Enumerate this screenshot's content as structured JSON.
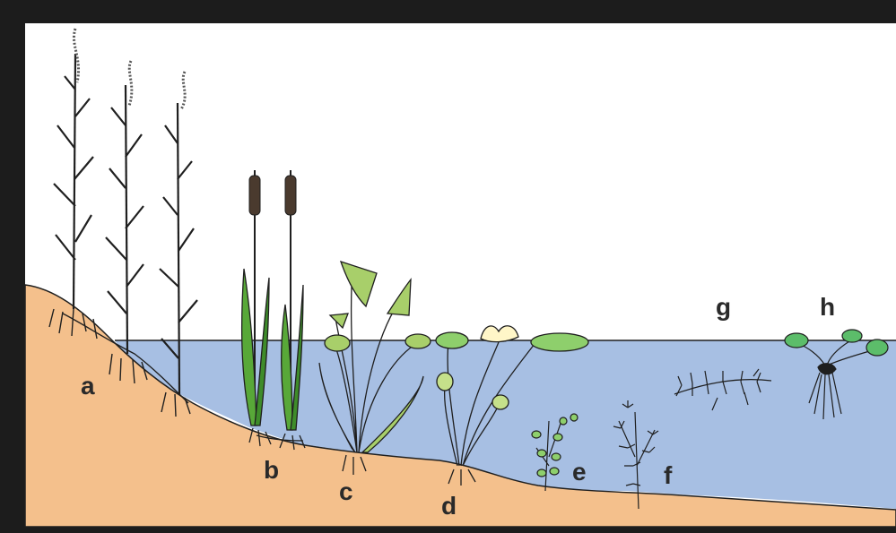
{
  "colors": {
    "frame": "#1c1c1c",
    "sky": "#ffffff",
    "water": "#a7bfe3",
    "soil": "#f4c08c",
    "outline": "#1f1f1f",
    "leaf_green": "#a8cf6a",
    "reed_green": "#58a838",
    "float_leaf": "#8ecf6c",
    "duckweed": "#5cbd6a",
    "cattail_head": "#4a3a2e",
    "lily_flower": "#fff6c8"
  },
  "zones": [
    {
      "id": "a",
      "label": "a",
      "plant": "reed"
    },
    {
      "id": "b",
      "label": "b",
      "plant": "cattail"
    },
    {
      "id": "c",
      "label": "c",
      "plant": "arrowhead"
    },
    {
      "id": "d",
      "label": "d",
      "plant": "water-lily"
    },
    {
      "id": "e",
      "label": "e",
      "plant": "submerged-small"
    },
    {
      "id": "f",
      "label": "f",
      "plant": "submerged-whorled"
    },
    {
      "id": "g",
      "label": "g",
      "plant": "submerged-free-floating"
    },
    {
      "id": "h",
      "label": "h",
      "plant": "free-floating"
    }
  ]
}
